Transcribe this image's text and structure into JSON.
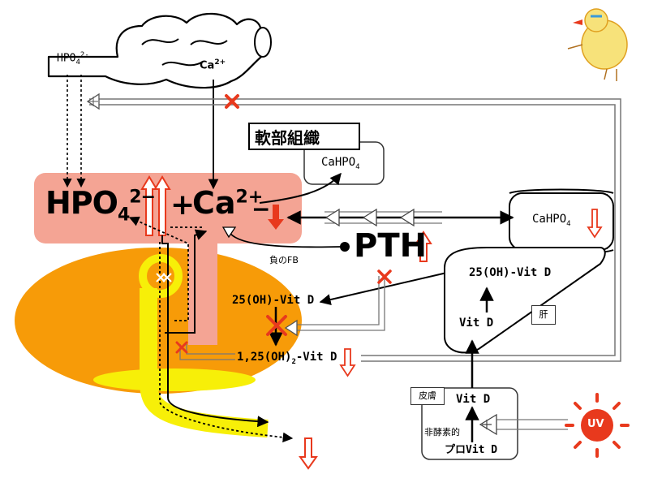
{
  "colors": {
    "plasma_box": "#f4a494",
    "bone": "#f79b08",
    "yellow": "#f7ef08",
    "red": "#e8391d",
    "sun": "#e8391d"
  },
  "icons": [
    "intestine-icon",
    "bone-icon",
    "sun-icon",
    "chick-icon",
    "cross-mark-icon",
    "up-arrow-icon",
    "down-arrow-icon",
    "stimulation-arrow-icon"
  ],
  "labels": {
    "intestine_phosphate": "HPO",
    "intestine_phosphate_sub": "4",
    "intestine_phosphate_sup": "2-",
    "intestine_calcium": "Ca",
    "intestine_calcium_sup": "2+",
    "soft_tissue": "軟部組織",
    "soft_tissue_salt": "CaHPO",
    "soft_tissue_salt_sub": "4",
    "plasma_phosphate": "HPO",
    "plasma_phosphate_sub": "4",
    "plasma_phosphate_sup": "2−",
    "plus": "+",
    "plasma_calcium": "Ca",
    "plasma_calcium_sup": "2+",
    "minus_sign": "−",
    "pth": "PTH",
    "negative_feedback": "負のFB",
    "liver_25ohd": "25(OH)-Vit D",
    "liver_vitd": "Vit D",
    "liver": "肝",
    "bone_25ohd": "25(OH)-Vit D",
    "bone_calcitriol": "1,25(OH)",
    "bone_calcitriol_sub": "2",
    "bone_calcitriol_tail": "-Vit D",
    "crystal_salt": "CaHPO",
    "crystal_salt_sub": "4",
    "skin": "皮膚",
    "skin_vitd": "Vit D",
    "non_enzymatic": "非酵素的",
    "pro_vitd": "プロVit D",
    "uv": "UV"
  }
}
